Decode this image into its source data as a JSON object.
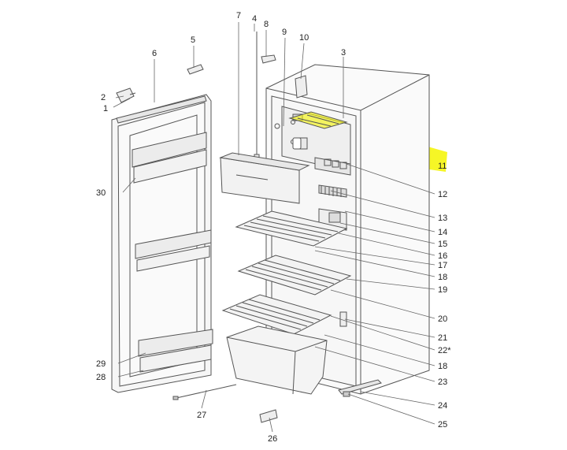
{
  "diagram": {
    "callouts": [
      "1",
      "2",
      "3",
      "4",
      "5",
      "6",
      "7",
      "8",
      "9",
      "10",
      "11",
      "12",
      "13",
      "14",
      "15",
      "16",
      "17",
      "18",
      "19",
      "20",
      "21",
      "22*",
      "18",
      "23",
      "24",
      "25",
      "26",
      "27",
      "28",
      "29",
      "30"
    ]
  },
  "colors": {
    "line": "#555555",
    "fill_light": "#f4f4f4",
    "fill_mid": "#e6e6e6",
    "highlight": "#f5f500"
  }
}
